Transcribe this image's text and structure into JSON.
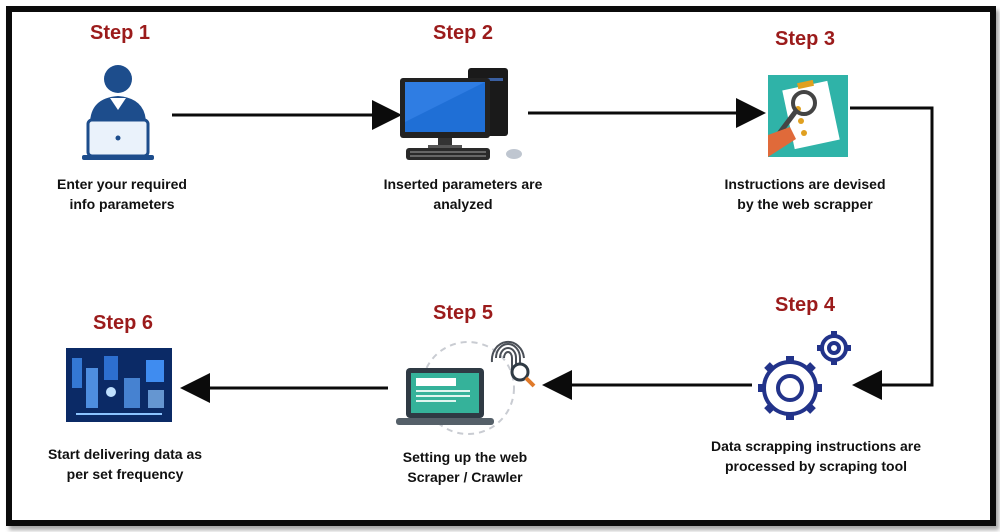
{
  "steps": [
    {
      "title": "Step 1",
      "caption": "Enter your required\ninfo parameters",
      "icon": "user-laptop-icon"
    },
    {
      "title": "Step 2",
      "caption": "Inserted parameters are\nanalyzed",
      "icon": "desktop-computer-icon"
    },
    {
      "title": "Step 3",
      "caption": "Instructions are devised\nby the web scrapper",
      "icon": "checklist-magnifier-icon"
    },
    {
      "title": "Step 4",
      "caption": "Data scrapping instructions are\nprocessed by scraping tool",
      "icon": "gears-icon"
    },
    {
      "title": "Step 5",
      "caption": "Setting up the web\nScraper / Crawler",
      "icon": "laptop-fingerprint-icon"
    },
    {
      "title": "Step 6",
      "caption": "Start delivering data as\nper set frequency",
      "icon": "data-delivery-icon"
    }
  ],
  "colors": {
    "step_title": "#9b1b1b",
    "arrow": "#0b0b0b",
    "frame": "#0b0b0b"
  }
}
